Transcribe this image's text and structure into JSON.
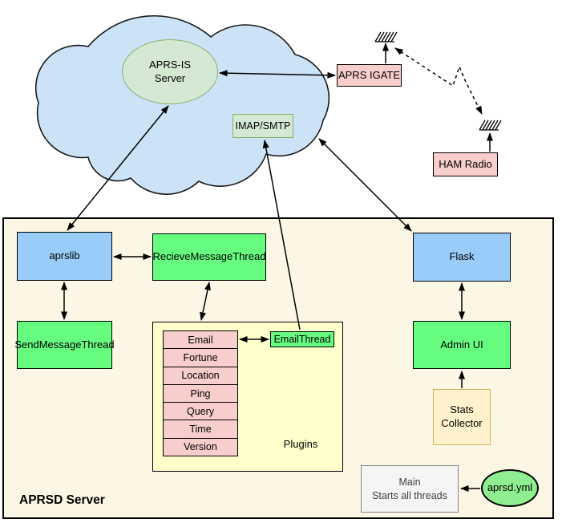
{
  "palette": {
    "cloud_fill": "#CBE2F7",
    "node_blue": "#99CCF9",
    "node_green": "#66FC80",
    "node_pink": "#F8CECC",
    "node_lightgreen_fill": "#D5E8D4",
    "node_lightgreen_border": "#82B366",
    "server_background": "#FCF6E4",
    "plugins_fill": "#FFFFCC",
    "stats_fill": "#FFF2CC",
    "stats_border": "#D6B656",
    "main_fill": "#F5F5F5",
    "yml_fill": "#8FEE90"
  },
  "cloud": {
    "aprs_is": {
      "line1": "APRS-IS",
      "line2": "Server"
    },
    "imap_smtp": "IMAP/SMTP"
  },
  "radio": {
    "aprs_igate": "APRS IGATE",
    "ham_radio": "HAM Radio"
  },
  "server": {
    "title": "APRSD Server",
    "aprslib": "aprslib",
    "recieve_thread": "RecieveMessageThread",
    "send_thread": "SendMessageThread",
    "email_thread": "EmailThread",
    "flask": "Flask",
    "admin_ui": "Admin UI",
    "stats_collector": {
      "line1": "Stats",
      "line2": "Collector"
    },
    "main": {
      "line1": "Main",
      "line2": "Starts all threads"
    },
    "aprsd_yml": "aprsd.yml",
    "plugins": {
      "label": "Plugins",
      "items": [
        "Email",
        "Fortune",
        "Location",
        "Ping",
        "Query",
        "Time",
        "Version"
      ]
    }
  }
}
